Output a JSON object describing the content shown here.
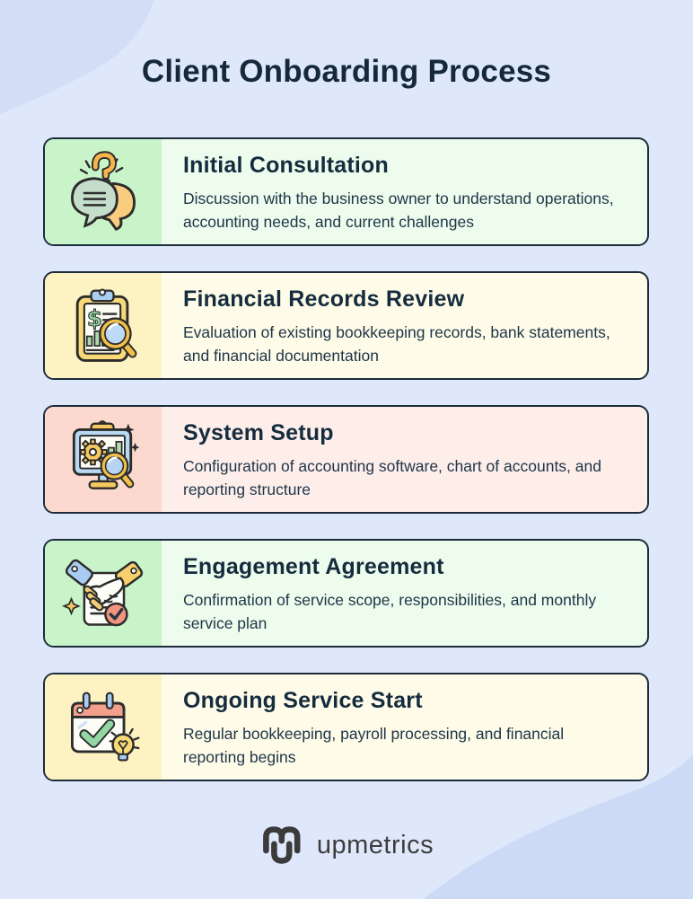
{
  "page": {
    "title": "Client Onboarding Process",
    "background_color": "#dfe8fb",
    "blob_top_left_color": "#d3def6",
    "blob_bottom_right_color": "#ccdaf5",
    "card_border_color": "#1c2c3b",
    "heading_color": "#16293b"
  },
  "steps": [
    {
      "title": "Initial Consultation",
      "description": "Discussion with the business owner to understand operations, accounting needs, and current challenges",
      "icon": "chat-bubbles-icon",
      "panel_color": "#c9f4c9",
      "body_color": "#edfcec"
    },
    {
      "title": "Financial Records Review",
      "description": "Evaluation of existing bookkeeping records, bank statements, and financial documentation",
      "icon": "clipboard-magnifier-icon",
      "panel_color": "#fdf2c2",
      "body_color": "#fefce8"
    },
    {
      "title": "System Setup",
      "description": "Configuration of accounting software, chart of accounts, and reporting structure",
      "icon": "monitor-gear-icon",
      "panel_color": "#fcd9ce",
      "body_color": "#fdeeea"
    },
    {
      "title": "Engagement Agreement",
      "description": "Confirmation of service scope, responsibilities, and monthly service plan",
      "icon": "handshake-document-icon",
      "panel_color": "#c9f4c9",
      "body_color": "#edfcec"
    },
    {
      "title": "Ongoing Service Start",
      "description": "Regular bookkeeping, payroll processing, and financial reporting begins",
      "icon": "calendar-check-bulb-icon",
      "panel_color": "#fdf2c2",
      "body_color": "#fefce8"
    }
  ],
  "footer": {
    "brand": "upmetrics"
  }
}
